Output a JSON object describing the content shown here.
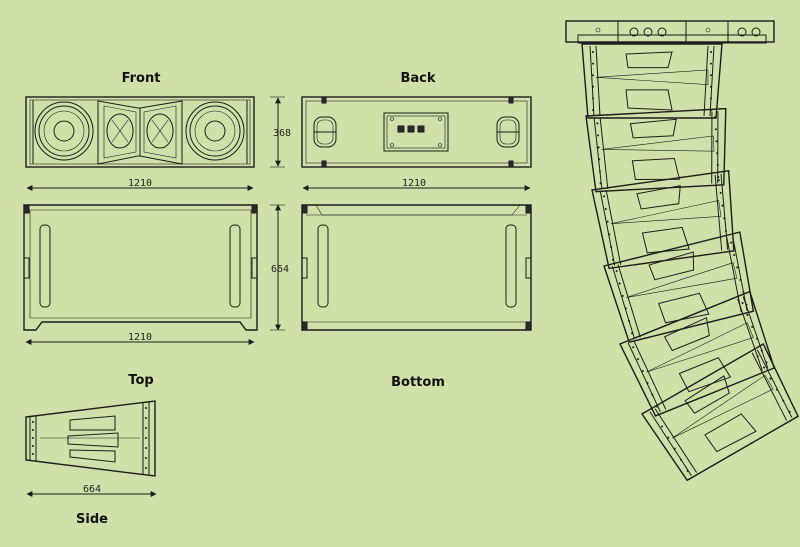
{
  "labels": {
    "front": "Front",
    "back": "Back",
    "top": "Top",
    "bottom": "Bottom",
    "side": "Side"
  },
  "dimensions": {
    "front_width": "1210",
    "front_height": "368",
    "back_width": "1210",
    "top_width": "1210",
    "top_depth": "664",
    "side_depth": "664"
  },
  "colors": {
    "background": "#d1e0a8",
    "line": "#1c1c1c"
  }
}
